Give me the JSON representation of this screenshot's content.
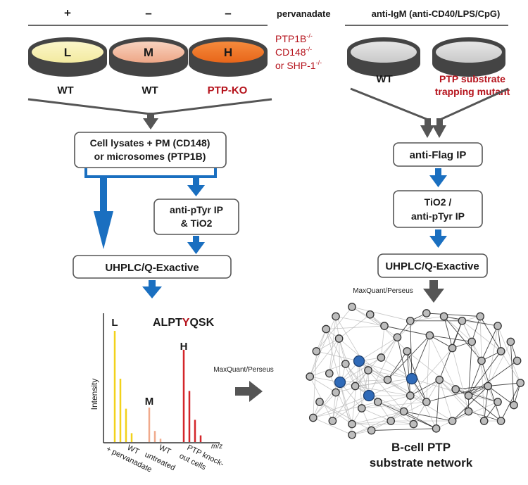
{
  "left_panel": {
    "signs": [
      "+",
      "–",
      "–"
    ],
    "treatment_label": "pervanadate",
    "dish_labels": [
      "L",
      "M",
      "H"
    ],
    "dish_captions": [
      "WT",
      "WT",
      "PTP-KO"
    ],
    "ko_lines": [
      "PTP1B",
      "CD148",
      "or SHP-1"
    ],
    "ko_superscript": "-/-",
    "lysate_box": [
      "Cell lysates + PM (CD148)",
      "or microsomes (PTP1B)"
    ],
    "ip_box": [
      "anti-pTyr IP",
      "& TiO2"
    ],
    "ms_box": "UHPLC/Q-Exactive"
  },
  "right_panel": {
    "stimulus_label": "anti-IgM (anti-CD40/LPS/CpG)",
    "dish_captions": [
      "WT"
    ],
    "mutant_caption": [
      "PTP substrate",
      "trapping mutant"
    ],
    "flag_box": "anti-Flag IP",
    "tio2_box": [
      "TiO2 /",
      "anti-pTyr IP"
    ],
    "ms_box": "UHPLC/Q-Exactive",
    "software_label": "MaxQuant/Perseus"
  },
  "spectrum": {
    "peptide_before": "ALPT",
    "peptide_highlight": "Y",
    "peptide_after": "QSK",
    "peak_labels": [
      "L",
      "M",
      "H"
    ],
    "ylabel": "Intensity",
    "xlabel": "m/z",
    "group_labels": [
      [
        "+ pervanadate",
        "WT"
      ],
      [
        "untreated",
        "WT"
      ],
      [
        "out cells",
        "PTP knock-"
      ]
    ],
    "groups": [
      {
        "color": "#f2d21b",
        "heights": [
          1.0,
          0.57,
          0.3,
          0.08
        ]
      },
      {
        "color": "#f0a98c",
        "heights": [
          0.31,
          0.1,
          0.03
        ]
      },
      {
        "color": "#d4262a",
        "heights": [
          0.83,
          0.46,
          0.2,
          0.06
        ]
      }
    ]
  },
  "middle_software_label": "MaxQuant/Perseus",
  "network": {
    "title": [
      "B-cell PTP",
      "substrate network"
    ]
  },
  "colors": {
    "arrow_gray": "#555555",
    "arrow_blue": "#1a6fc0",
    "dark_red": "#b5121b",
    "hub_blue": "#2f6ab8"
  }
}
